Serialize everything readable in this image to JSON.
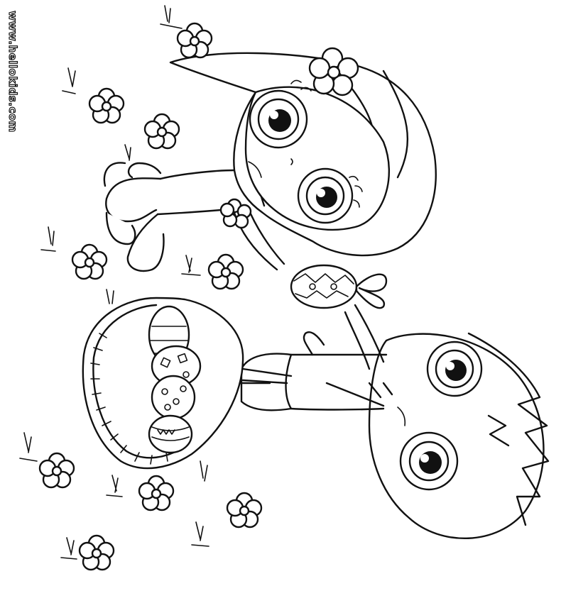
{
  "watermark": {
    "text": "www.hellokids.com"
  },
  "illustration": {
    "style": "black line art coloring page",
    "line_color": "#111111",
    "background": "#ffffff",
    "orientation": "rotated 90 degrees"
  }
}
